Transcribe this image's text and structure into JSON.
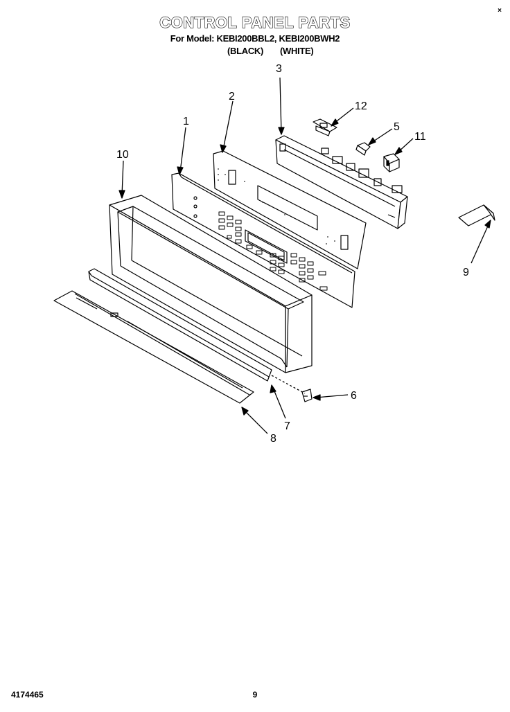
{
  "header": {
    "title": "CONTROL PANEL PARTS",
    "models_line": "For Model: KEBI200BBL2, KEBI200BWH2",
    "color_black": "(BLACK)",
    "color_white": "(WHITE)",
    "corner_mark": "×"
  },
  "callouts": {
    "c1": "1",
    "c2": "2",
    "c3": "3",
    "c5": "5",
    "c6": "6",
    "c7": "7",
    "c8": "8",
    "c9": "9",
    "c10": "10",
    "c11": "11",
    "c12": "12"
  },
  "footer": {
    "doc_number": "4174465",
    "page_number": "9"
  },
  "colors": {
    "line": "#000000",
    "background": "#ffffff"
  }
}
